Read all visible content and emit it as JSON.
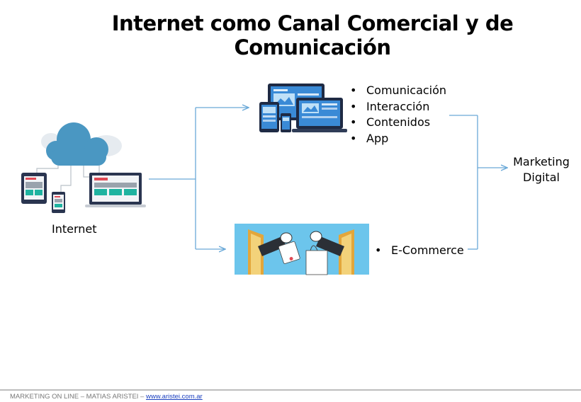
{
  "title": "Internet como Canal Comercial y de Comunicación",
  "source_node": {
    "label": "Internet",
    "icon": "cloud-devices-icon"
  },
  "top_branch": {
    "icon": "multi-device-icon",
    "items": [
      "Comunicación",
      "Interacción",
      "Contenidos",
      "App"
    ]
  },
  "bottom_branch": {
    "icon": "ecommerce-exchange-icon",
    "items": [
      "E-Commerce"
    ]
  },
  "target_node": {
    "line1": "Marketing",
    "line2": "Digital"
  },
  "footer": {
    "text": "MARKETING ON LINE – MATIAS ARISTEI – ",
    "link": "www.aristei.com.ar"
  },
  "colors": {
    "arrow": "#6aa9d8",
    "cloud": "#4a97c2",
    "device_dark": "#1e2a44",
    "screen_blue": "#3a8ad6",
    "teal": "#1fb3a0",
    "red": "#e04a55",
    "ecommerce_bg": "#6cc5ec"
  }
}
